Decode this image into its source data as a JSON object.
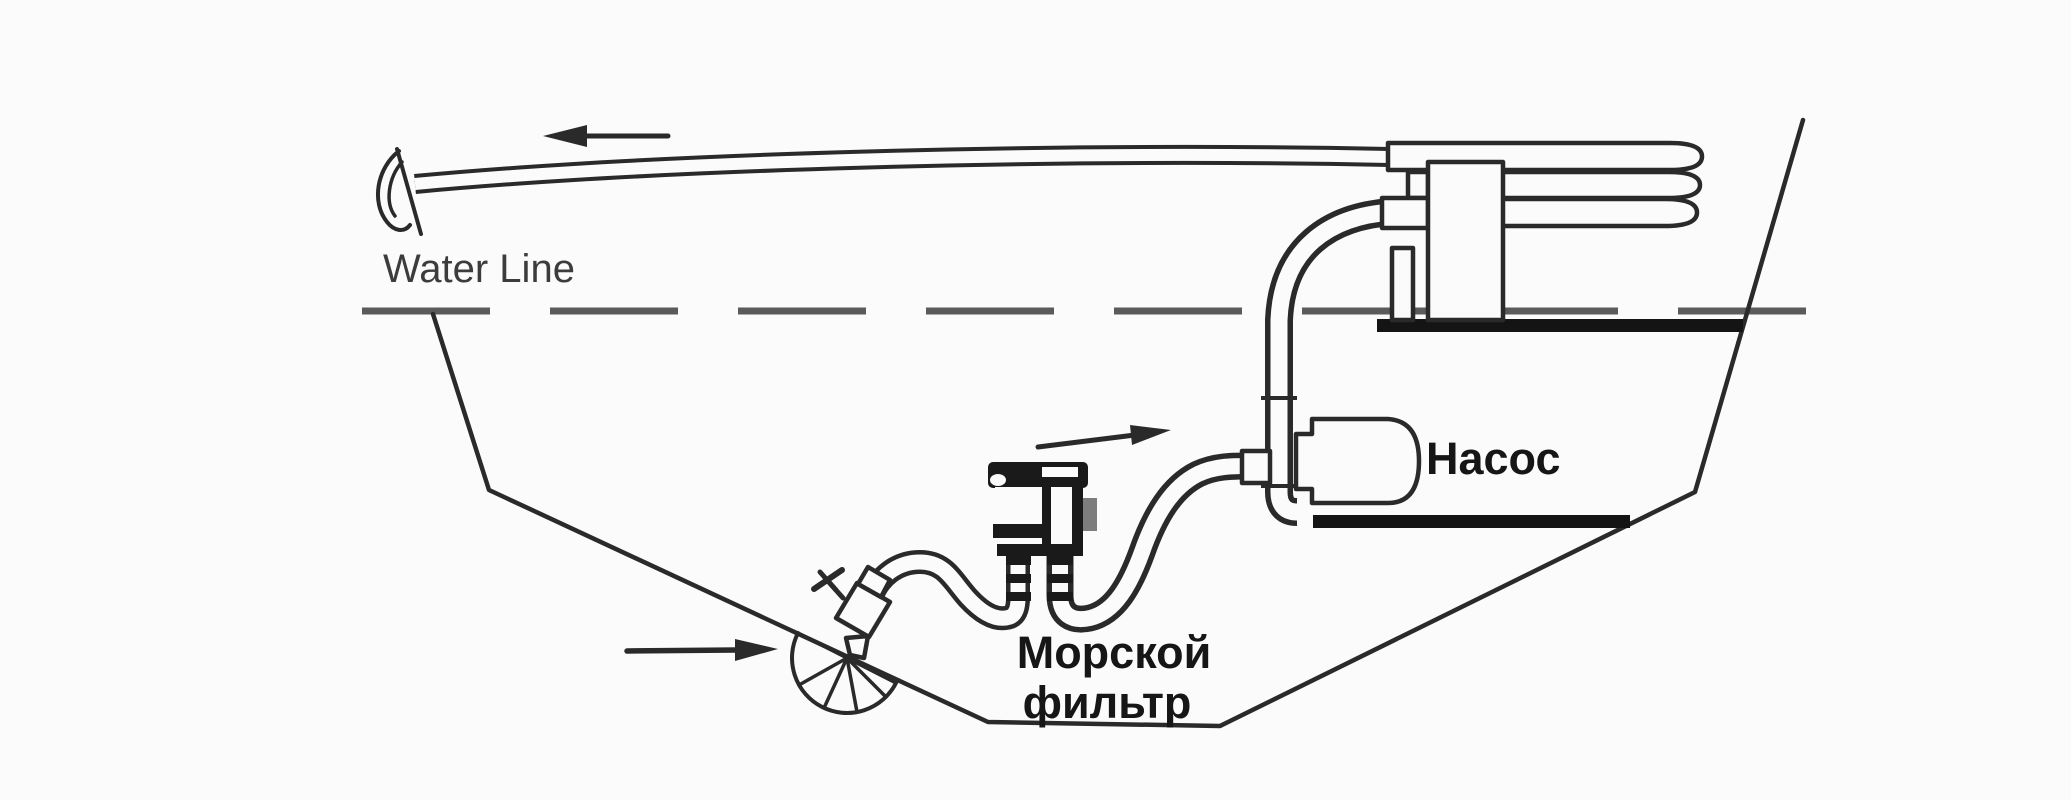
{
  "diagram": {
    "title": "Boat raw-water engine cooling system diagram",
    "labels": {
      "water_line": "Water Line",
      "pump": "Насос",
      "sea_filter_line1": "Морской",
      "sea_filter_line2": "фильтр"
    },
    "components": [
      "waterline",
      "hull-outline",
      "bow-exhaust-outlet",
      "exhaust-hose",
      "engine-heat-exchanger",
      "engine-bed",
      "riser-hose",
      "pump",
      "suction-hose",
      "sea-filter",
      "seacock-hose",
      "seacock-valve",
      "intake-scoop-strainer"
    ],
    "flow_arrows": [
      {
        "name": "exhaust-flow-arrow",
        "direction": "left"
      },
      {
        "name": "filter-to-pump-flow-arrow",
        "direction": "right"
      },
      {
        "name": "water-intake-flow-arrow",
        "direction": "right"
      }
    ],
    "colors": {
      "background": "#fbfbfb",
      "ink": "#2a2a2a",
      "waterline_dash": "#5b5b5b",
      "bed_bar": "#141414",
      "filter_fill": "#1a1a1a",
      "label_text": "#1f1f1f"
    }
  }
}
